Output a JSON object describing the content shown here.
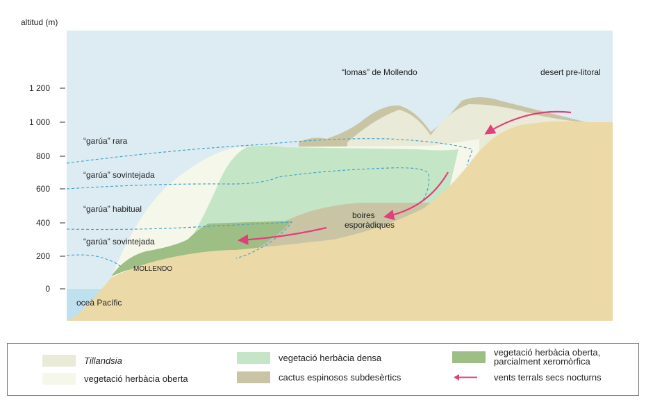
{
  "axis": {
    "title": "altitud (m)",
    "ticks": [
      "1 200",
      "1 000",
      "800",
      "600",
      "400",
      "200",
      "0"
    ]
  },
  "labels": {
    "lomas": "“lomas” de Mollendo",
    "desert": "desert pre-litoral",
    "garua_rara": "“garúa” rara",
    "garua_sovintejada_1": "“garúa” sovintejada",
    "garua_habitual": "“garúa” habitual",
    "garua_sovintejada_2": "“garúa” sovintejada",
    "boires_1": "boires",
    "boires_2": "esporàdiques",
    "mollendo": "MOLLENDO",
    "ocea": "oceà Pacífic"
  },
  "legend": {
    "tillandsia": "Tillandsia",
    "herbacia_oberta": "vegetació herbàcia oberta",
    "herbacia_densa": "vegetació herbàcia densa",
    "cactus": "cactus espinosos subdesèrtics",
    "xero_1": "vegetació herbàcia oberta,",
    "xero_2": "parcialment xeromòrfica",
    "vents": "vents terrals secs nocturns"
  },
  "colors": {
    "sky": "#dcecf2",
    "sea": "#bfe0ee",
    "ground": "#ecd9a8",
    "tillandsia": "#e9ead7",
    "herbacia_oberta": "#f4f7ea",
    "herbacia_densa": "#c4e5c6",
    "cactus": "#c9c5a4",
    "xeromorfica": "#9dbe84",
    "wind": "#e0407a",
    "fog_line": "#4aa3c9"
  }
}
